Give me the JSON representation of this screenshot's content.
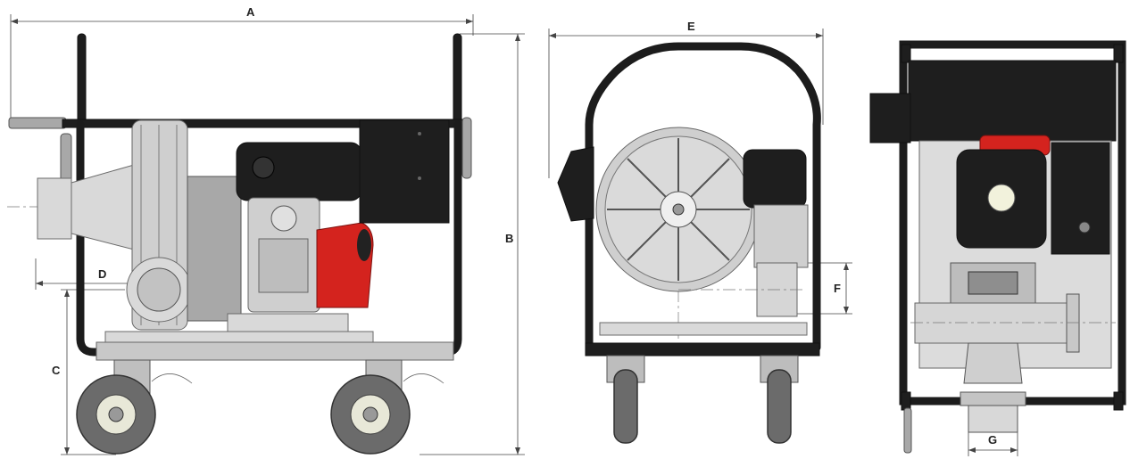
{
  "dimensions": {
    "a": "A",
    "b": "B",
    "c": "C",
    "d": "D",
    "e": "E",
    "f": "F",
    "g": "G"
  },
  "colors": {
    "frame": "#1c1c1c",
    "engine_red": "#d4231e",
    "metal": "#d9d9d9",
    "wheel": "#6b6b6b"
  }
}
